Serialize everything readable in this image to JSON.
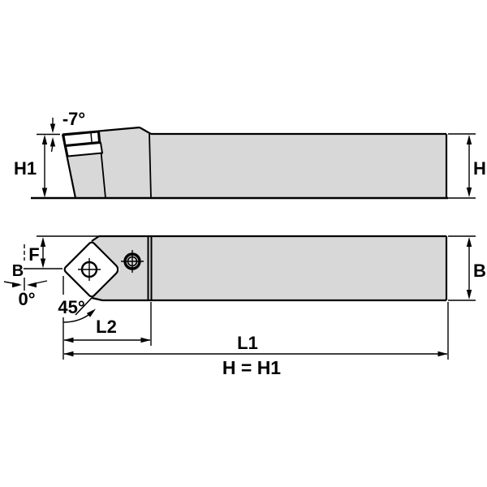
{
  "drawing": {
    "title": "turning-toolholder-dimension-drawing",
    "labels": {
      "h1": "H1",
      "h": "H",
      "rake_angle": "-7°",
      "b_side": "B",
      "b_tip": "B",
      "f": "F",
      "tip_angle": "0°",
      "lead_angle": "45°",
      "l2": "L2",
      "l1": "L1",
      "note": "H = H1"
    },
    "colors": {
      "body_fill": "#d8d8d8",
      "line": "#000000",
      "background": "#ffffff",
      "insert_fill": "#ffffff"
    }
  }
}
